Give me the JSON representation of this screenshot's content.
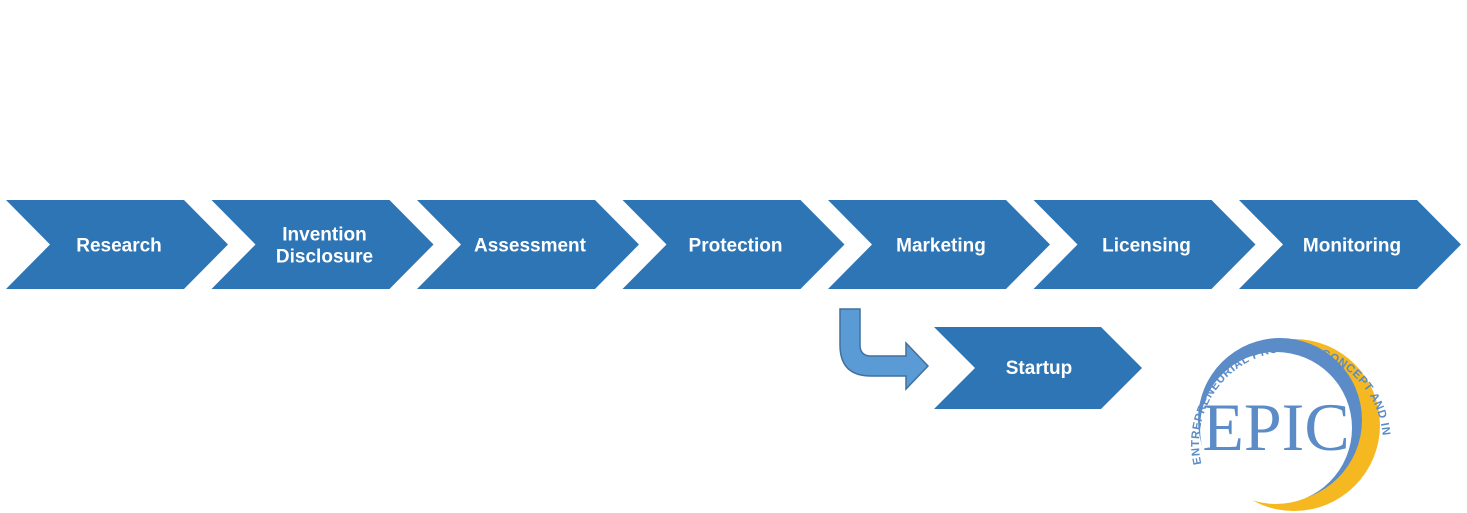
{
  "diagram": {
    "colors": {
      "chevron": "#2E75B6",
      "bend_arrow": "#5B9BD5",
      "bend_arrow_stroke": "#41719C",
      "logo_blue": "#5B8CC8",
      "logo_gold": "#F5B820"
    },
    "steps": [
      {
        "lines": [
          "Research"
        ]
      },
      {
        "lines": [
          "Invention",
          "Disclosure"
        ]
      },
      {
        "lines": [
          "Assessment"
        ]
      },
      {
        "lines": [
          "Protection"
        ]
      },
      {
        "lines": [
          "Marketing"
        ]
      },
      {
        "lines": [
          "Licensing"
        ]
      },
      {
        "lines": [
          "Monitoring"
        ]
      }
    ],
    "branch": {
      "from": "Marketing",
      "label": "Startup"
    },
    "logo": {
      "wordmark": "EPIC",
      "arc_text": "ENTREPRENEURIAL PROOF OF CONCEPT AND INNOVATION CENTER"
    }
  }
}
